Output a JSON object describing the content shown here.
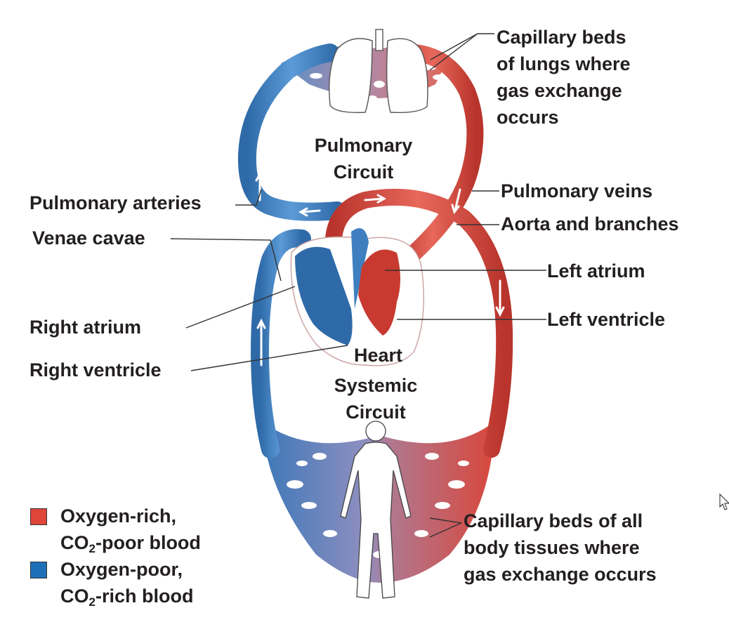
{
  "diagram": {
    "title_circuits": {
      "pulmonary": [
        "Pulmonary",
        "Circuit"
      ],
      "systemic": [
        "Systemic",
        "Circuit"
      ],
      "heart": "Heart"
    },
    "labels": {
      "capillary_lungs": [
        "Capillary beds",
        "of lungs where",
        "gas exchange",
        "occurs"
      ],
      "pulmonary_veins": "Pulmonary veins",
      "aorta": "Aorta and branches",
      "left_atrium": "Left atrium",
      "left_ventricle": "Left ventricle",
      "pulmonary_arteries": "Pulmonary arteries",
      "venae_cavae": "Venae cavae",
      "right_atrium": "Right atrium",
      "right_ventricle": "Right ventricle",
      "capillary_body": [
        "Capillary beds of all",
        "body tissues where",
        "gas exchange occurs"
      ]
    },
    "legend": [
      {
        "color": "#e0453a",
        "line1": "Oxygen-rich,",
        "line2_prefix": "CO",
        "line2_sub": "2",
        "line2_suffix": "-poor blood"
      },
      {
        "color": "#1d70b8",
        "line1": "Oxygen-poor,",
        "line2_prefix": "CO",
        "line2_sub": "2",
        "line2_suffix": "-rich blood"
      }
    ],
    "colors": {
      "oxygen_rich": "#d9473b",
      "oxygen_poor": "#3f7fc0",
      "mixed": "#a88aa8",
      "leader_line": "#333333"
    }
  }
}
